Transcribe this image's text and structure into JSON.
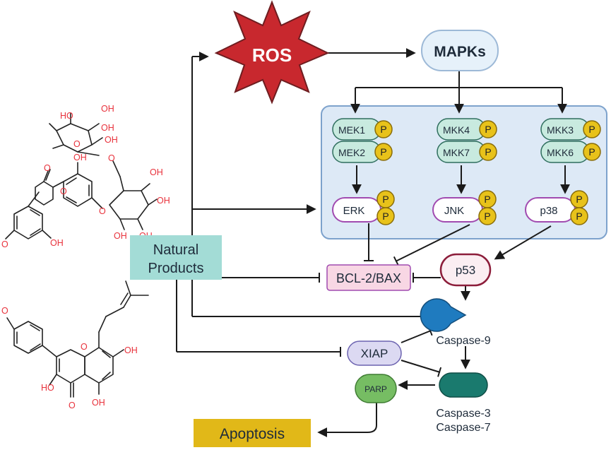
{
  "stress": {
    "ros": "ROS"
  },
  "pathway": {
    "mapks": "MAPKs",
    "kinases": {
      "mek1": "MEK1",
      "mek2": "MEK2",
      "mkk4": "MKK4",
      "mkk7": "MKK7",
      "mkk3": "MKK3",
      "mkk6": "MKK6"
    },
    "effectors": {
      "erk": "ERK",
      "jnk": "JNK",
      "p38": "p38"
    },
    "phospho": "P"
  },
  "regulators": {
    "natural_products": [
      "Natural",
      "Products"
    ],
    "bcl2_bax": "BCL-2/BAX",
    "p53": "p53",
    "xiap": "XIAP",
    "parp": "PARP"
  },
  "caspases": {
    "caspase9": "Caspase-9",
    "caspase3": "Caspase-3",
    "caspase7": "Caspase-7"
  },
  "outcome": {
    "apoptosis": "Apoptosis"
  },
  "molecules": {
    "top": {
      "atoms": {
        "o": "O",
        "oh": "OH",
        "ho": "HO"
      }
    },
    "bottom": {
      "atoms": {
        "o": "O",
        "oh": "OH",
        "ho": "HO"
      }
    }
  },
  "colors": {
    "ros_fill": "#c8282e",
    "mapk_box": "#e6f1fa",
    "panel": "#dde9f6",
    "panel_border": "#7da2cc",
    "kinase_fill": "#c8eadf",
    "phospho": "#e8c21a",
    "effector_border": "#a14bb0",
    "np_fill": "#a3dcd6",
    "bcl_fill": "#f8d7e4",
    "caspase9": "#1f7bbf",
    "caspase37": "#1a7a6e",
    "parp": "#76bd63",
    "xiap": "#dcd9f2",
    "apoptosis": "#e1b818"
  }
}
